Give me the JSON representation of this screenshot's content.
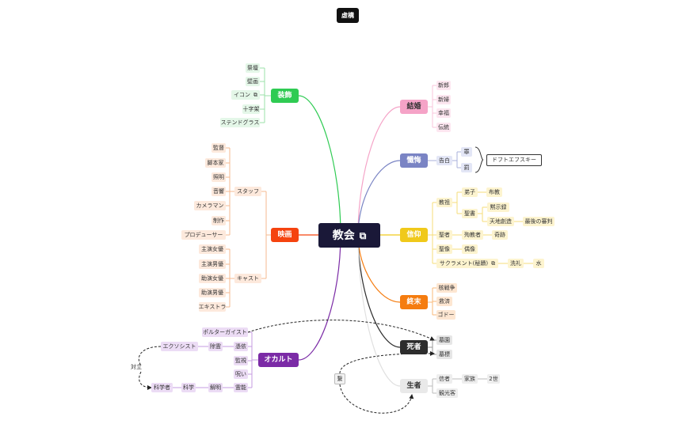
{
  "title": "虚構",
  "root": {
    "label": "教会",
    "icon": "external-link-icon",
    "color": "#1a1838"
  },
  "branches": {
    "decoration": {
      "label": "装飾",
      "color": "#2fcb53",
      "items": [
        "祭壇",
        "壁画",
        "イコン",
        "十字架",
        "ステンドグラス"
      ],
      "icon_item": "external-link-icon"
    },
    "film": {
      "label": "映画",
      "color": "#f5430f",
      "staff": {
        "label": "スタッフ",
        "items": [
          "監督",
          "脚本家",
          "照明",
          "音響",
          "カメラマン",
          "制作",
          "プロデューサー"
        ]
      },
      "cast": {
        "label": "キャスト",
        "items": [
          "主演女優",
          "主演男優",
          "助演女優",
          "助演男優",
          "エキストラ"
        ]
      }
    },
    "occult": {
      "label": "オカルト",
      "color": "#7b2ba6",
      "items": [
        "ポルターガイスト",
        "憑依",
        "監視",
        "呪い",
        "霊能"
      ],
      "exorcist": "エクソシスト",
      "exorcism": "除霊",
      "science_person": "科学者",
      "science": "科学",
      "explain": "解明",
      "opposition": "対立"
    },
    "marriage": {
      "label": "結婚",
      "color": "#f5a3c7",
      "items": [
        "新郎",
        "新婦",
        "幸福",
        "伝統"
      ]
    },
    "penance": {
      "label": "懺悔",
      "color": "#7a84c4",
      "confession": "告白",
      "crime": "罪",
      "punishment": "罰",
      "author": "ドフトエフスキー"
    },
    "faith": {
      "label": "信仰",
      "color": "#f0c91a",
      "doctrine": "教祖",
      "disciple": "弟子",
      "mission": "布教",
      "priest": "聖書",
      "revelation": "黙示録",
      "creation": "天地創造",
      "judgement": "最後の審判",
      "saint": "聖者",
      "martyr": "殉教者",
      "miracle": "奇跡",
      "statue": "聖像",
      "idol": "偶像",
      "sacrament": "サクラメント(秘蹟)",
      "baptism": "洗礼",
      "water": "水"
    },
    "end": {
      "label": "終末",
      "color": "#f57c0f",
      "items": [
        "核戦争",
        "救済",
        "ゴドー"
      ]
    },
    "dead": {
      "label": "死者",
      "color": "#2d2d2d",
      "items": [
        "墓園",
        "墓標"
      ]
    },
    "living": {
      "label": "生者",
      "color": "#e9e9e9",
      "believer": "信者",
      "family": "家族",
      "second": "2世",
      "visitor": "観光客"
    }
  },
  "floating_label": "繋"
}
